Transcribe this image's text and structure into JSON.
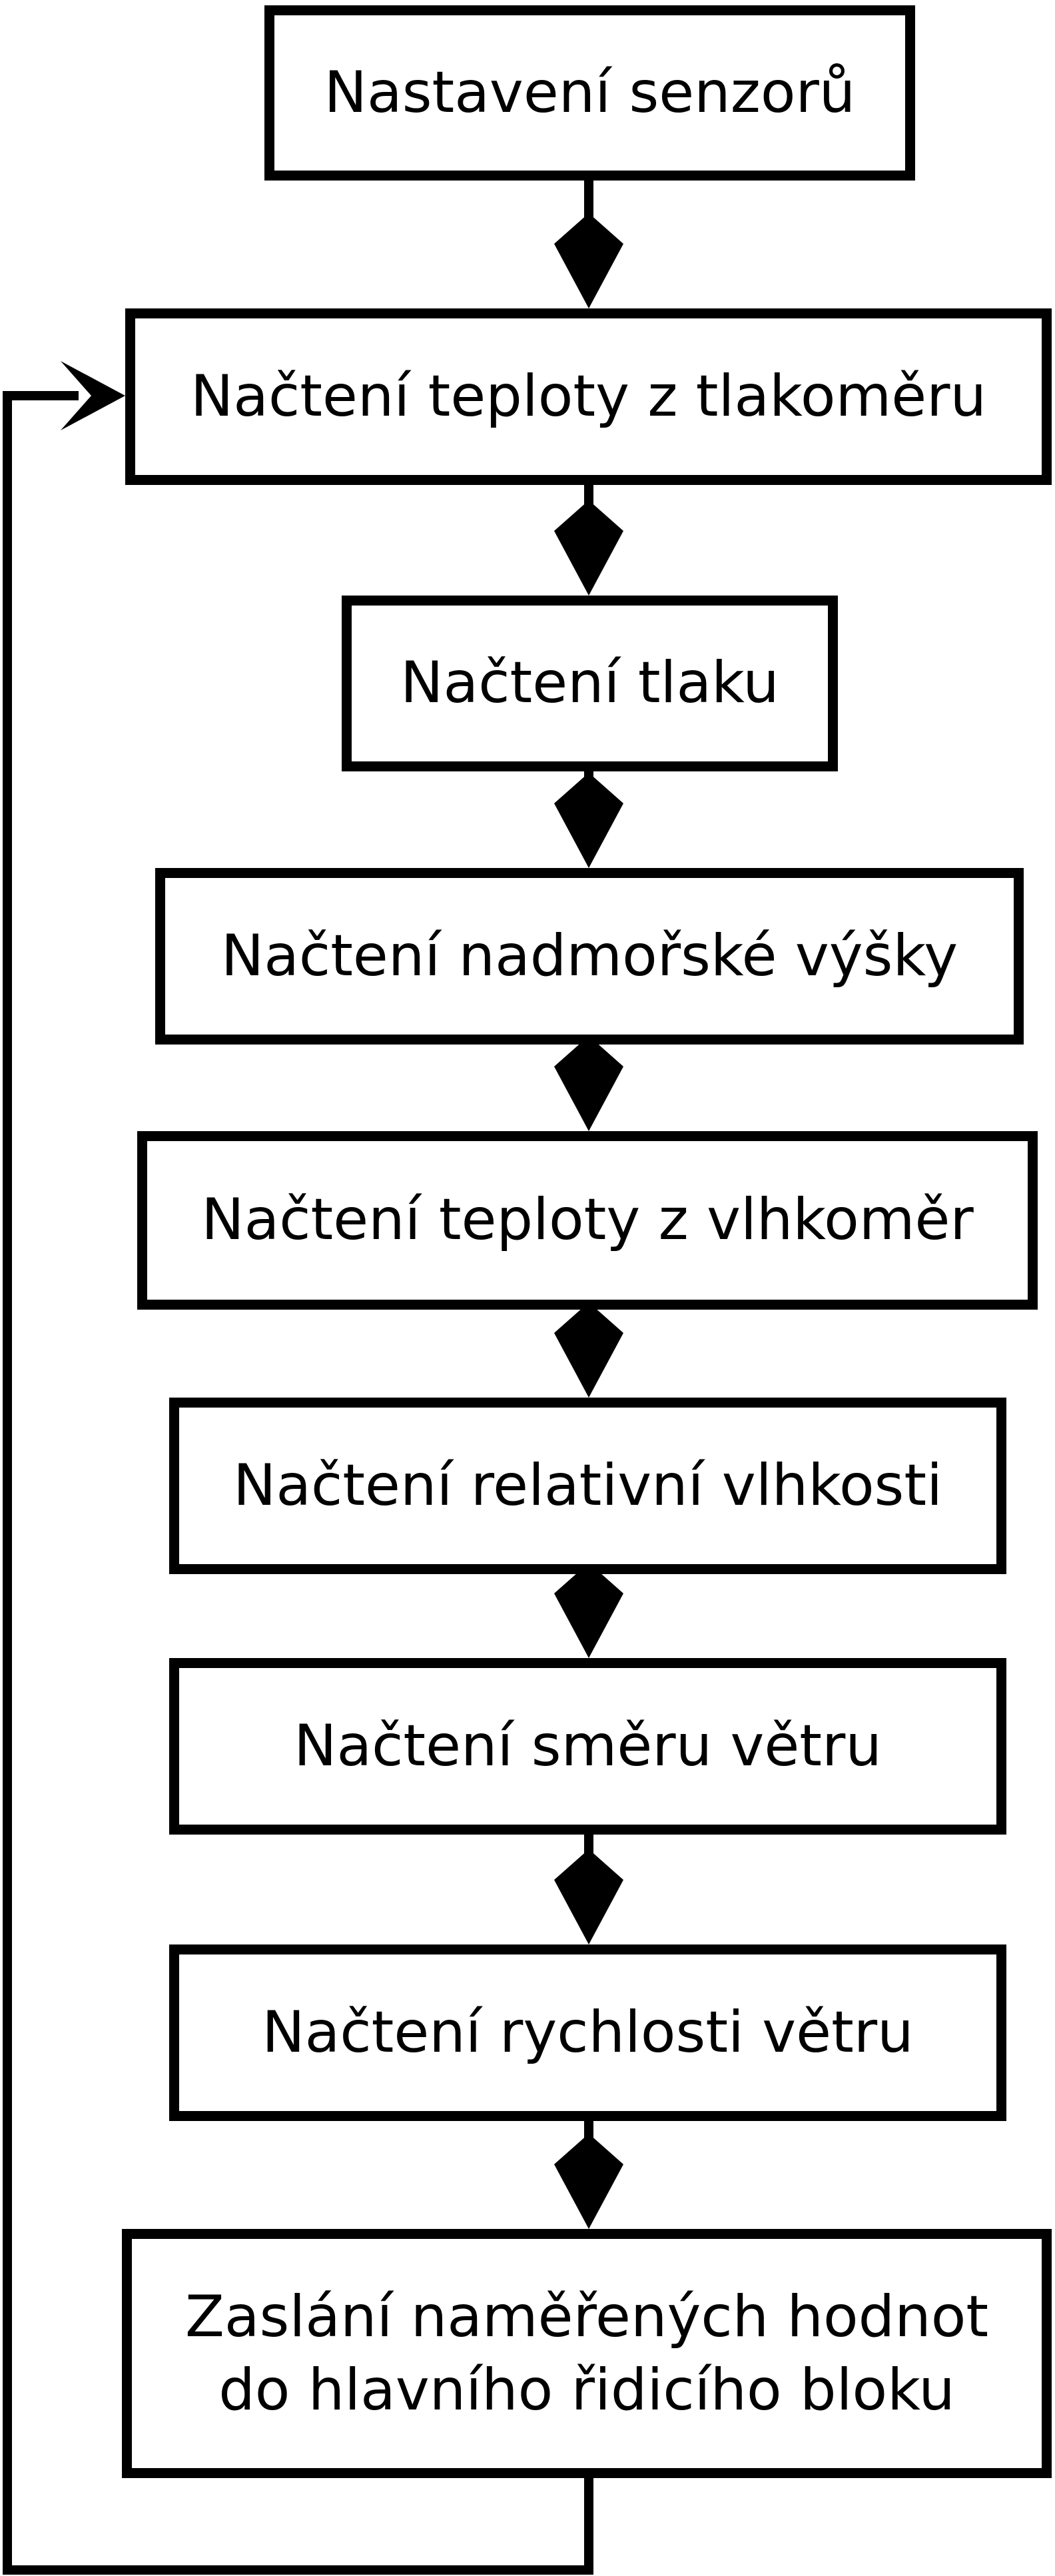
{
  "diagram": {
    "steps": [
      {
        "id": "b1",
        "lines": [
          "Nastavení senzorů"
        ]
      },
      {
        "id": "b2",
        "lines": [
          "Načtení teploty z tlakoměru"
        ]
      },
      {
        "id": "b3",
        "lines": [
          "Načtení tlaku"
        ]
      },
      {
        "id": "b4",
        "lines": [
          "Načtení nadmořské výšky"
        ]
      },
      {
        "id": "b5",
        "lines": [
          "Načtení teploty z vlhkoměr"
        ]
      },
      {
        "id": "b6",
        "lines": [
          "Načtení relativní vlhkosti"
        ]
      },
      {
        "id": "b7",
        "lines": [
          "Načtení směru větru"
        ]
      },
      {
        "id": "b8",
        "lines": [
          "Načtení rychlosti větru"
        ]
      },
      {
        "id": "b9",
        "lines": [
          "Zaslání naměřených hodnot",
          "do hlavního řidicího bloku"
        ]
      }
    ],
    "loop": {
      "from": "b9",
      "to": "b2"
    },
    "colors": {
      "stroke": "#000000",
      "fill": "#ffffff",
      "text": "#000000"
    }
  }
}
